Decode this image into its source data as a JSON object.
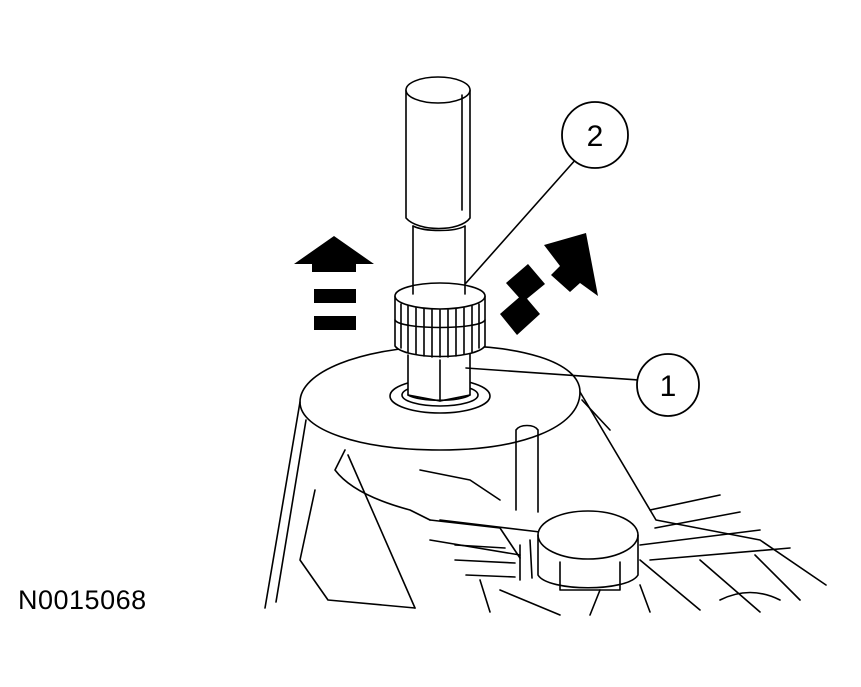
{
  "callouts": [
    {
      "number": "1"
    },
    {
      "number": "2"
    }
  ],
  "figure_id": "N0015068",
  "colors": {
    "line": "#000000",
    "background": "#ffffff"
  }
}
